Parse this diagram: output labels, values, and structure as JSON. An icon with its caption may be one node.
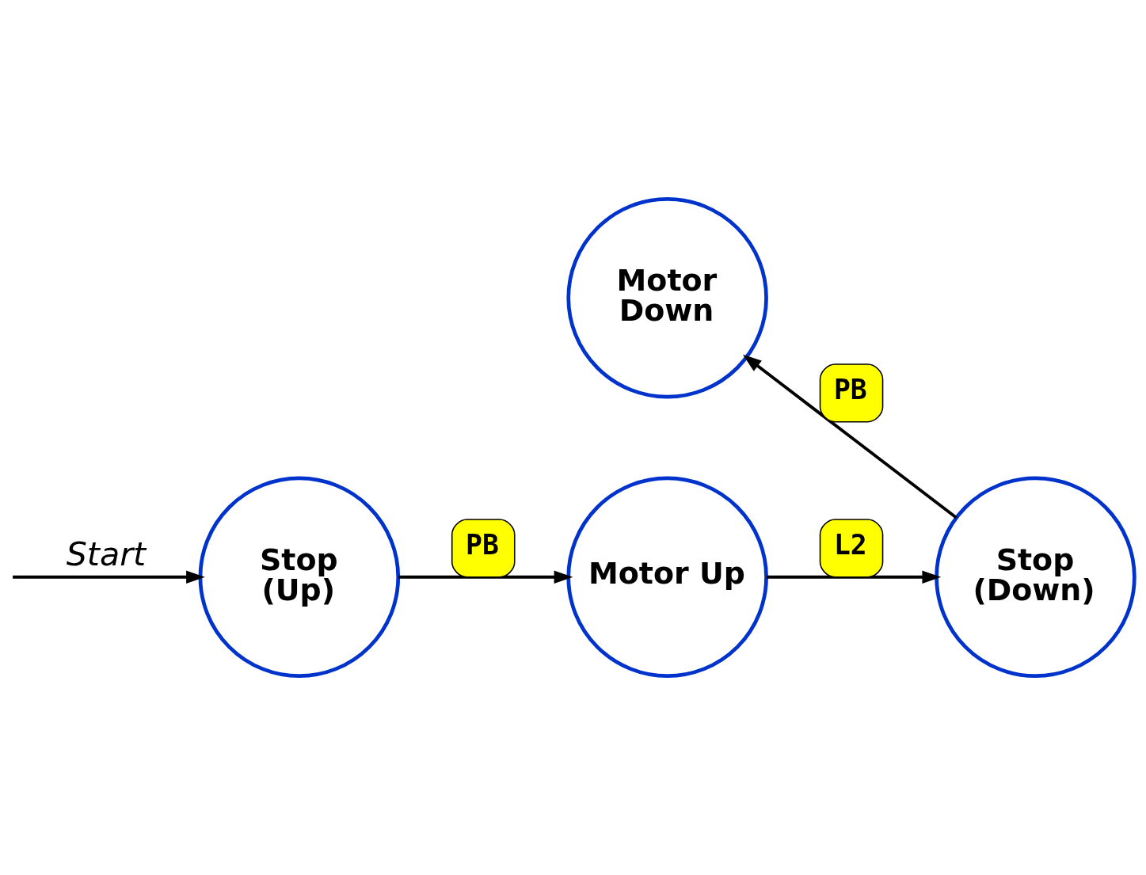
{
  "diagram": {
    "nodes": [
      {
        "text": [
          "Stop (Up)"
        ]
      },
      {
        "text": [
          "Motor Up"
        ]
      },
      {
        "text": [
          "Stop (Down)"
        ]
      },
      {
        "text": [
          "Motor Down"
        ]
      }
    ],
    "edges": [
      {
        "from": null,
        "to": 0,
        "arrow": "to",
        "label": "Start"
      },
      {
        "from": 0,
        "to": 1,
        "arrow": "to",
        "label": "PB"
      },
      {
        "from": 1,
        "to": 2,
        "arrow": "to",
        "label": "L2"
      },
      {
        "from": 2,
        "to": 3,
        "arrow": "to",
        "label": "PB"
      }
    ]
  }
}
